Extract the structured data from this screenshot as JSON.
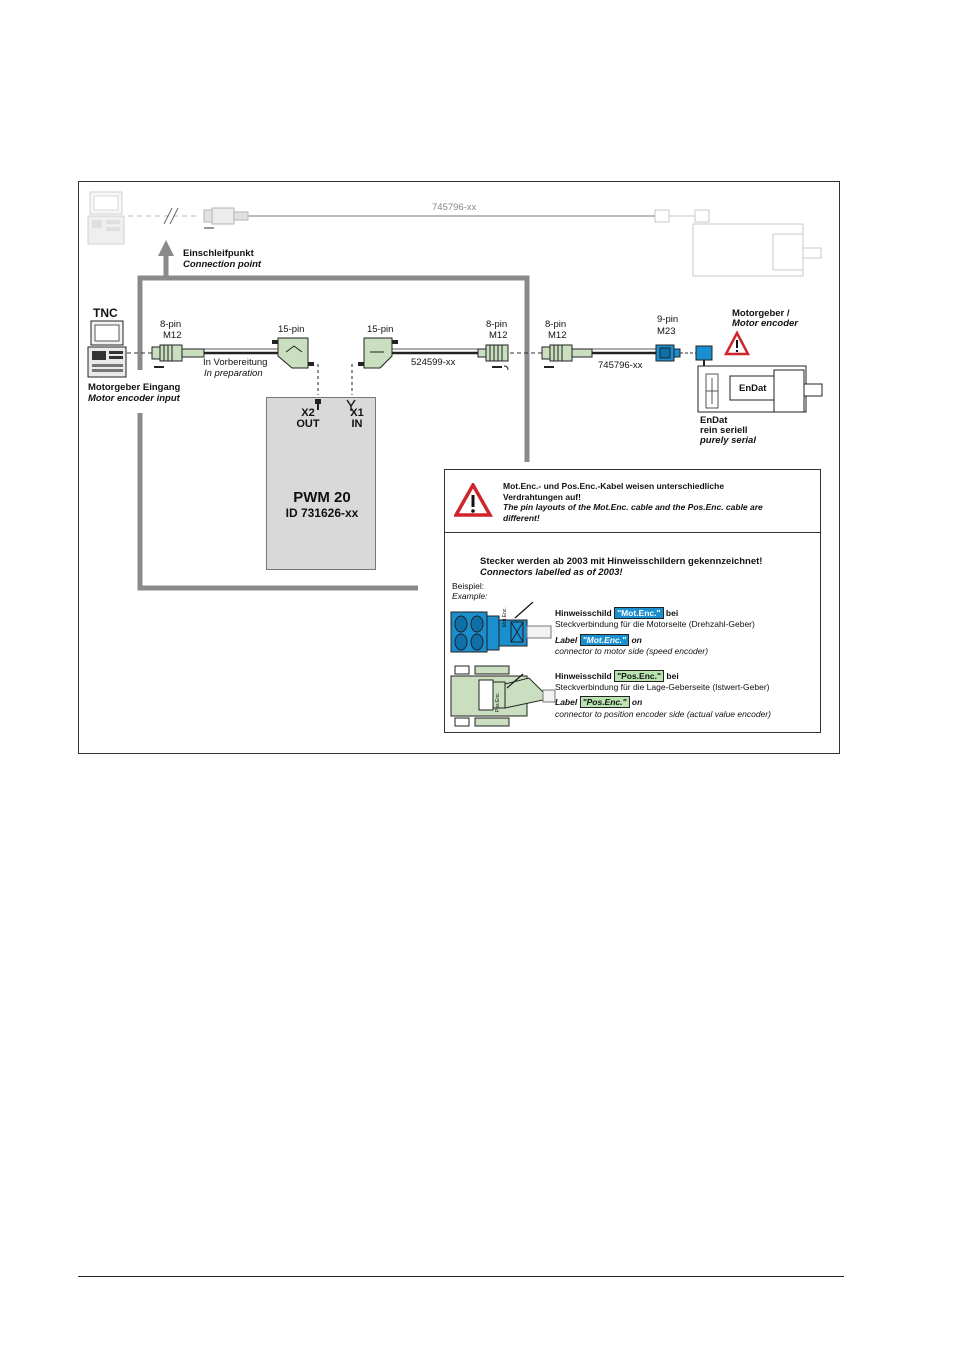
{
  "diagram": {
    "top_cable": {
      "part_number": "745796-xx"
    },
    "connection_point": {
      "de": "Einschleifpunkt",
      "en": "Connection point"
    },
    "tnc": {
      "label": "TNC",
      "input_de": "Motorgeber Eingang",
      "input_en": "Motor encoder input"
    },
    "connectors": {
      "left_m12": {
        "pins": "8-pin",
        "type": "M12"
      },
      "left_dsub": {
        "pins": "15-pin"
      },
      "right_dsub": {
        "pins": "15-pin"
      },
      "mid_m12": {
        "pins": "8-pin",
        "type": "M12"
      },
      "right_m12": {
        "pins": "8-pin",
        "type": "M12"
      },
      "m23": {
        "pins": "9-pin",
        "type": "M23"
      }
    },
    "in_preparation": {
      "de": "In Vorbereitung",
      "en": "In preparation"
    },
    "cable_524599": "524599-xx",
    "cable_745796": "745796-xx",
    "motor_encoder": {
      "de": "Motorgeber /",
      "en": "Motor encoder"
    },
    "endat": {
      "label": "EnDat",
      "caption_1": "EnDat",
      "caption_2": "rein seriell",
      "caption_3": "purely serial"
    },
    "pwm": {
      "title": "PWM 20",
      "id": "ID 731626-xx",
      "x2": "X2",
      "x2_sub": "OUT",
      "x1": "X1",
      "x1_sub": "IN"
    }
  },
  "notice": {
    "warning_de_1": "Mot.Enc.- und Pos.Enc.-Kabel weisen unterschiedliche",
    "warning_de_2": "Verdrahtungen auf!",
    "warning_en_1": "The pin layouts of the Mot.Enc. cable and the Pos.Enc. cable are",
    "warning_en_2": "different!",
    "labels_de": "Stecker werden ab 2003 mit Hinweisschildern gekennzeichnet!",
    "labels_en": "Connectors labelled as of 2003!",
    "example_de": "Beispiel:",
    "example_en": "Example:",
    "mot": {
      "prefix_de": "Hinweisschild",
      "tag": "\"Mot.Enc.\"",
      "suffix_de": "bei",
      "line2_de": "Steckverbindung für die Motorseite (Drehzahl-Geber)",
      "prefix_en": "Label",
      "suffix_en": "on",
      "line2_en": "connector to motor side (speed encoder)",
      "plug_text": "Mot.Enc."
    },
    "pos": {
      "prefix_de": "Hinweisschild",
      "tag": "\"Pos.Enc.\"",
      "suffix_de": "bei",
      "line2_de": "Steckverbindung für die Lage-Geberseite (Istwert-Geber)",
      "prefix_en": "Label",
      "suffix_en": "on",
      "line2_en": "connector to position encoder side (actual value encoder)",
      "plug_text": "Pos.Enc."
    }
  },
  "colors": {
    "mot_label": "#1a8fd0",
    "pos_label": "#b9e3b0",
    "connector_green": "#c9dfc0",
    "warning_red": "#d0242b",
    "loop_grey": "#8a8a8a"
  }
}
